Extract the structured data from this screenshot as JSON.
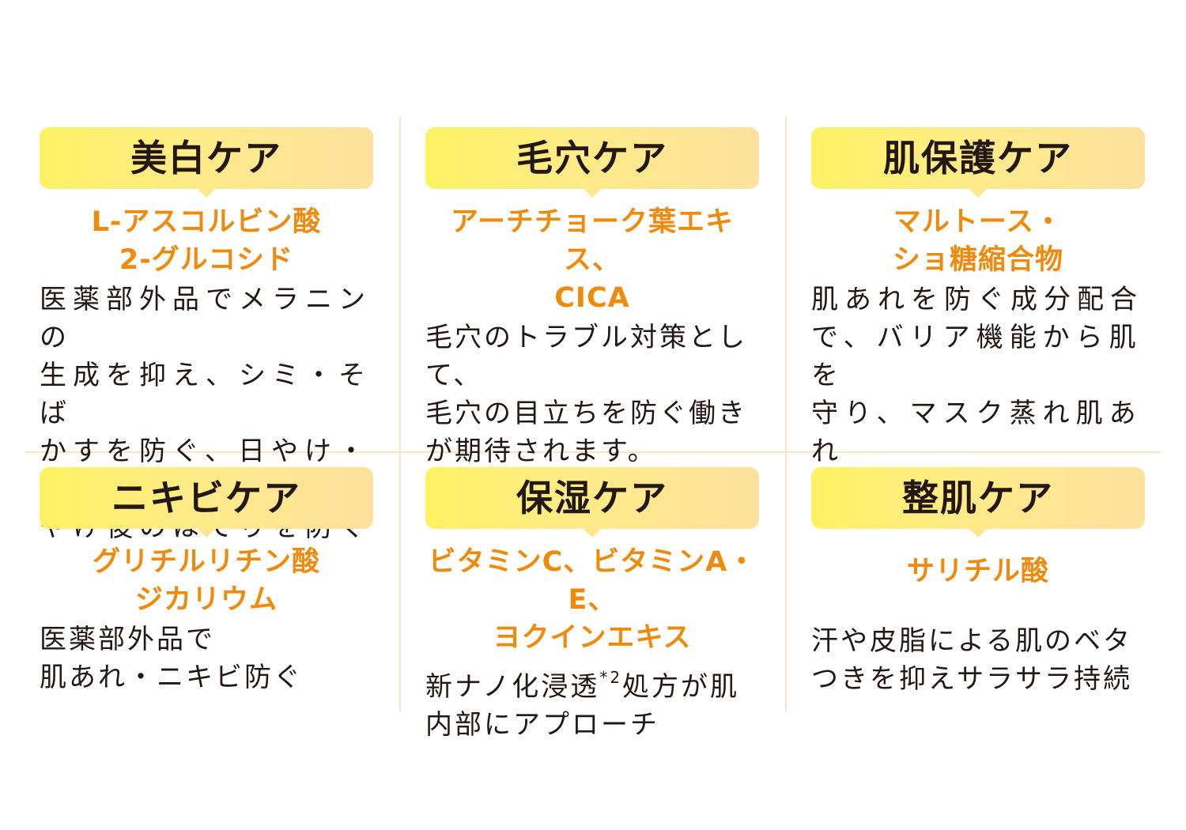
{
  "cards": [
    {
      "title": "美白ケア",
      "ingredient": "L-アスコルビン酸\n2-グルコシド",
      "description": "医薬部外品でメラニンの\n生成を抑え、シミ・そば\nかすを防ぐ、日やけ・雪\nやけ後のほてりを防ぐ"
    },
    {
      "title": "毛穴ケア",
      "ingredient": "アーチチョーク葉エキス、\nCICA",
      "description": "毛穴のトラブル対策として、\n毛穴の目立ちを防ぐ働き\nが期待されます。"
    },
    {
      "title": "肌保護ケア",
      "ingredient": "マルトース・\nショ糖縮合物",
      "description": "肌あれを防ぐ成分配合\nで、バリア機能から肌を\n守り、マスク蒸れ肌あれ\nを防ぎます。"
    },
    {
      "title": "ニキビケア",
      "ingredient": "グリチルリチン酸\nジカリウム",
      "description": "医薬部外品で\n肌あれ・ニキビ防ぐ"
    },
    {
      "title": "保湿ケア",
      "ingredient": "ビタミンC、ビタミンA・E、\nヨクインエキス",
      "description_part1": "新ナノ化浸透",
      "description_sup": "*2",
      "description_part2": "処方が肌\n内部にアプローチ"
    },
    {
      "title": "整肌ケア",
      "ingredient": "サリチル酸",
      "description": "汗や皮脂による肌のベタ\nつきを抑えサラサラ持続"
    }
  ]
}
